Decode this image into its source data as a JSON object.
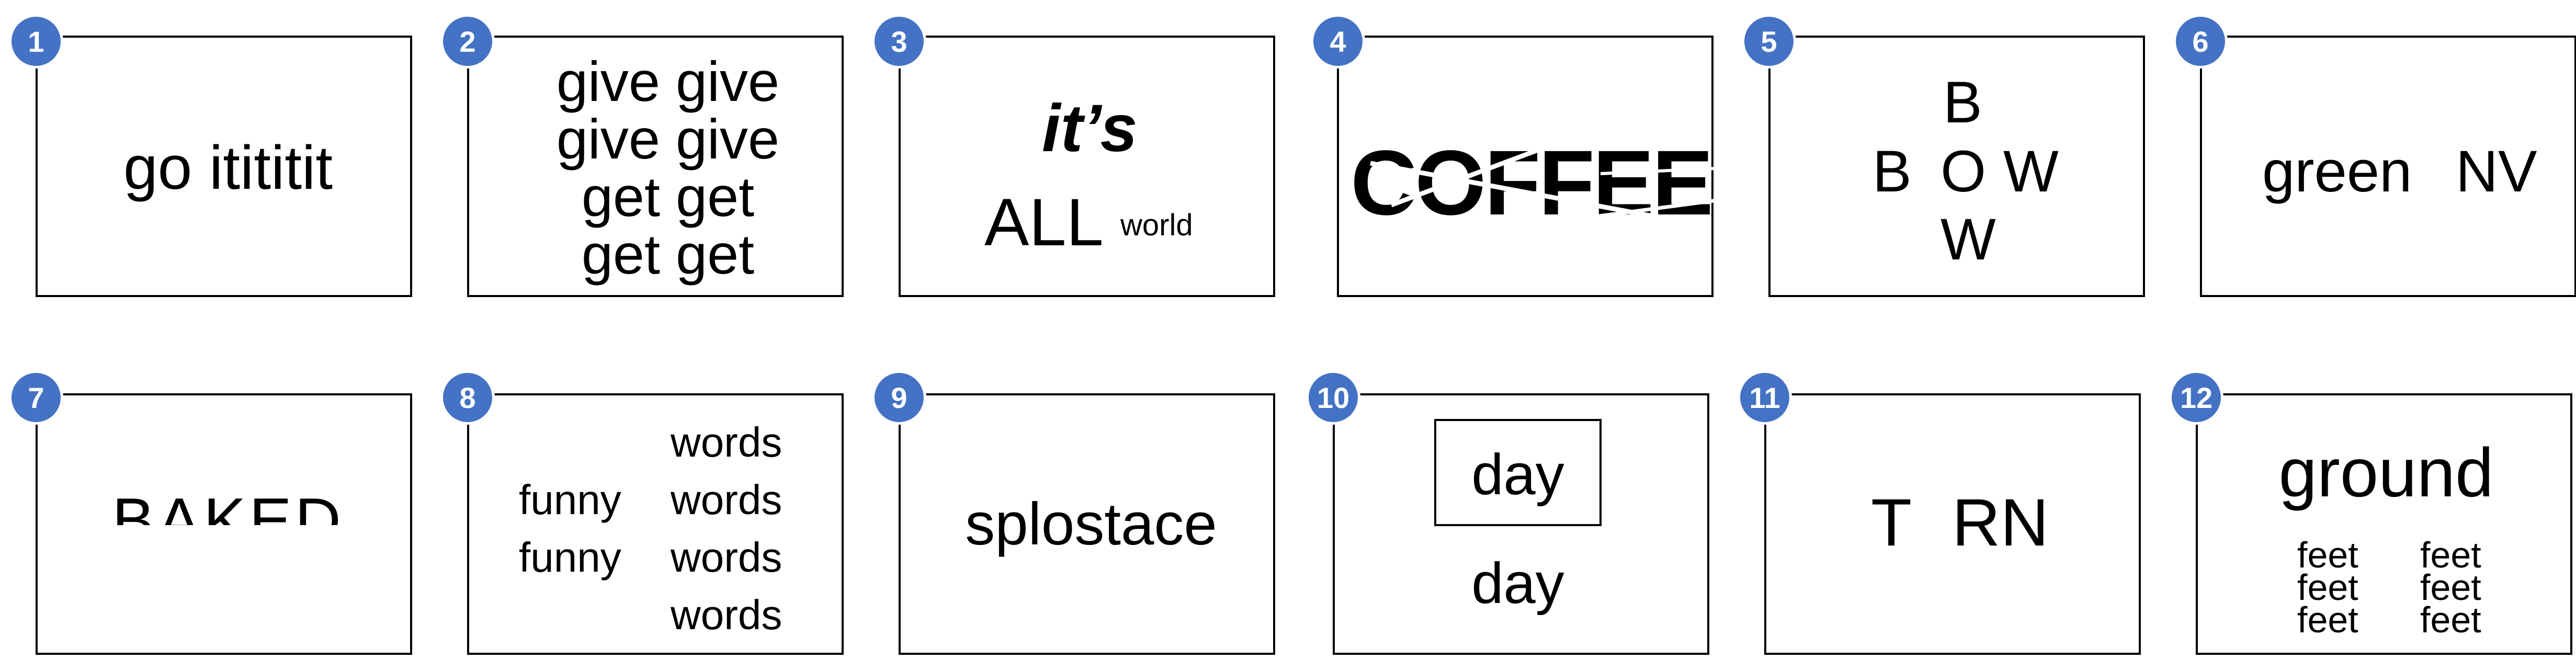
{
  "badge_color": "#4472c4",
  "panels": [
    {
      "number": "1",
      "text": "go itititit"
    },
    {
      "number": "2",
      "lines": [
        "give give",
        "give give",
        "get get",
        "get get"
      ]
    },
    {
      "number": "3",
      "top": "it’s",
      "main": "ALL",
      "small": "world"
    },
    {
      "number": "4",
      "text": "COFFEE"
    },
    {
      "number": "5",
      "top": "B",
      "middle": [
        "B",
        "O",
        "W"
      ],
      "bottom": "W"
    },
    {
      "number": "6",
      "left": "green",
      "right": "NV"
    },
    {
      "number": "7",
      "text": "BAKED"
    },
    {
      "number": "8",
      "left": [
        "funny",
        "funny"
      ],
      "right": [
        "words",
        "words",
        "words",
        "words"
      ]
    },
    {
      "number": "9",
      "text": "splostace"
    },
    {
      "number": "10",
      "boxed": "day",
      "below": "day"
    },
    {
      "number": "11",
      "left": "T",
      "right": "RN"
    },
    {
      "number": "12",
      "main": "ground",
      "left": [
        "feet",
        "feet",
        "feet"
      ],
      "right": [
        "feet",
        "feet",
        "feet"
      ]
    }
  ]
}
